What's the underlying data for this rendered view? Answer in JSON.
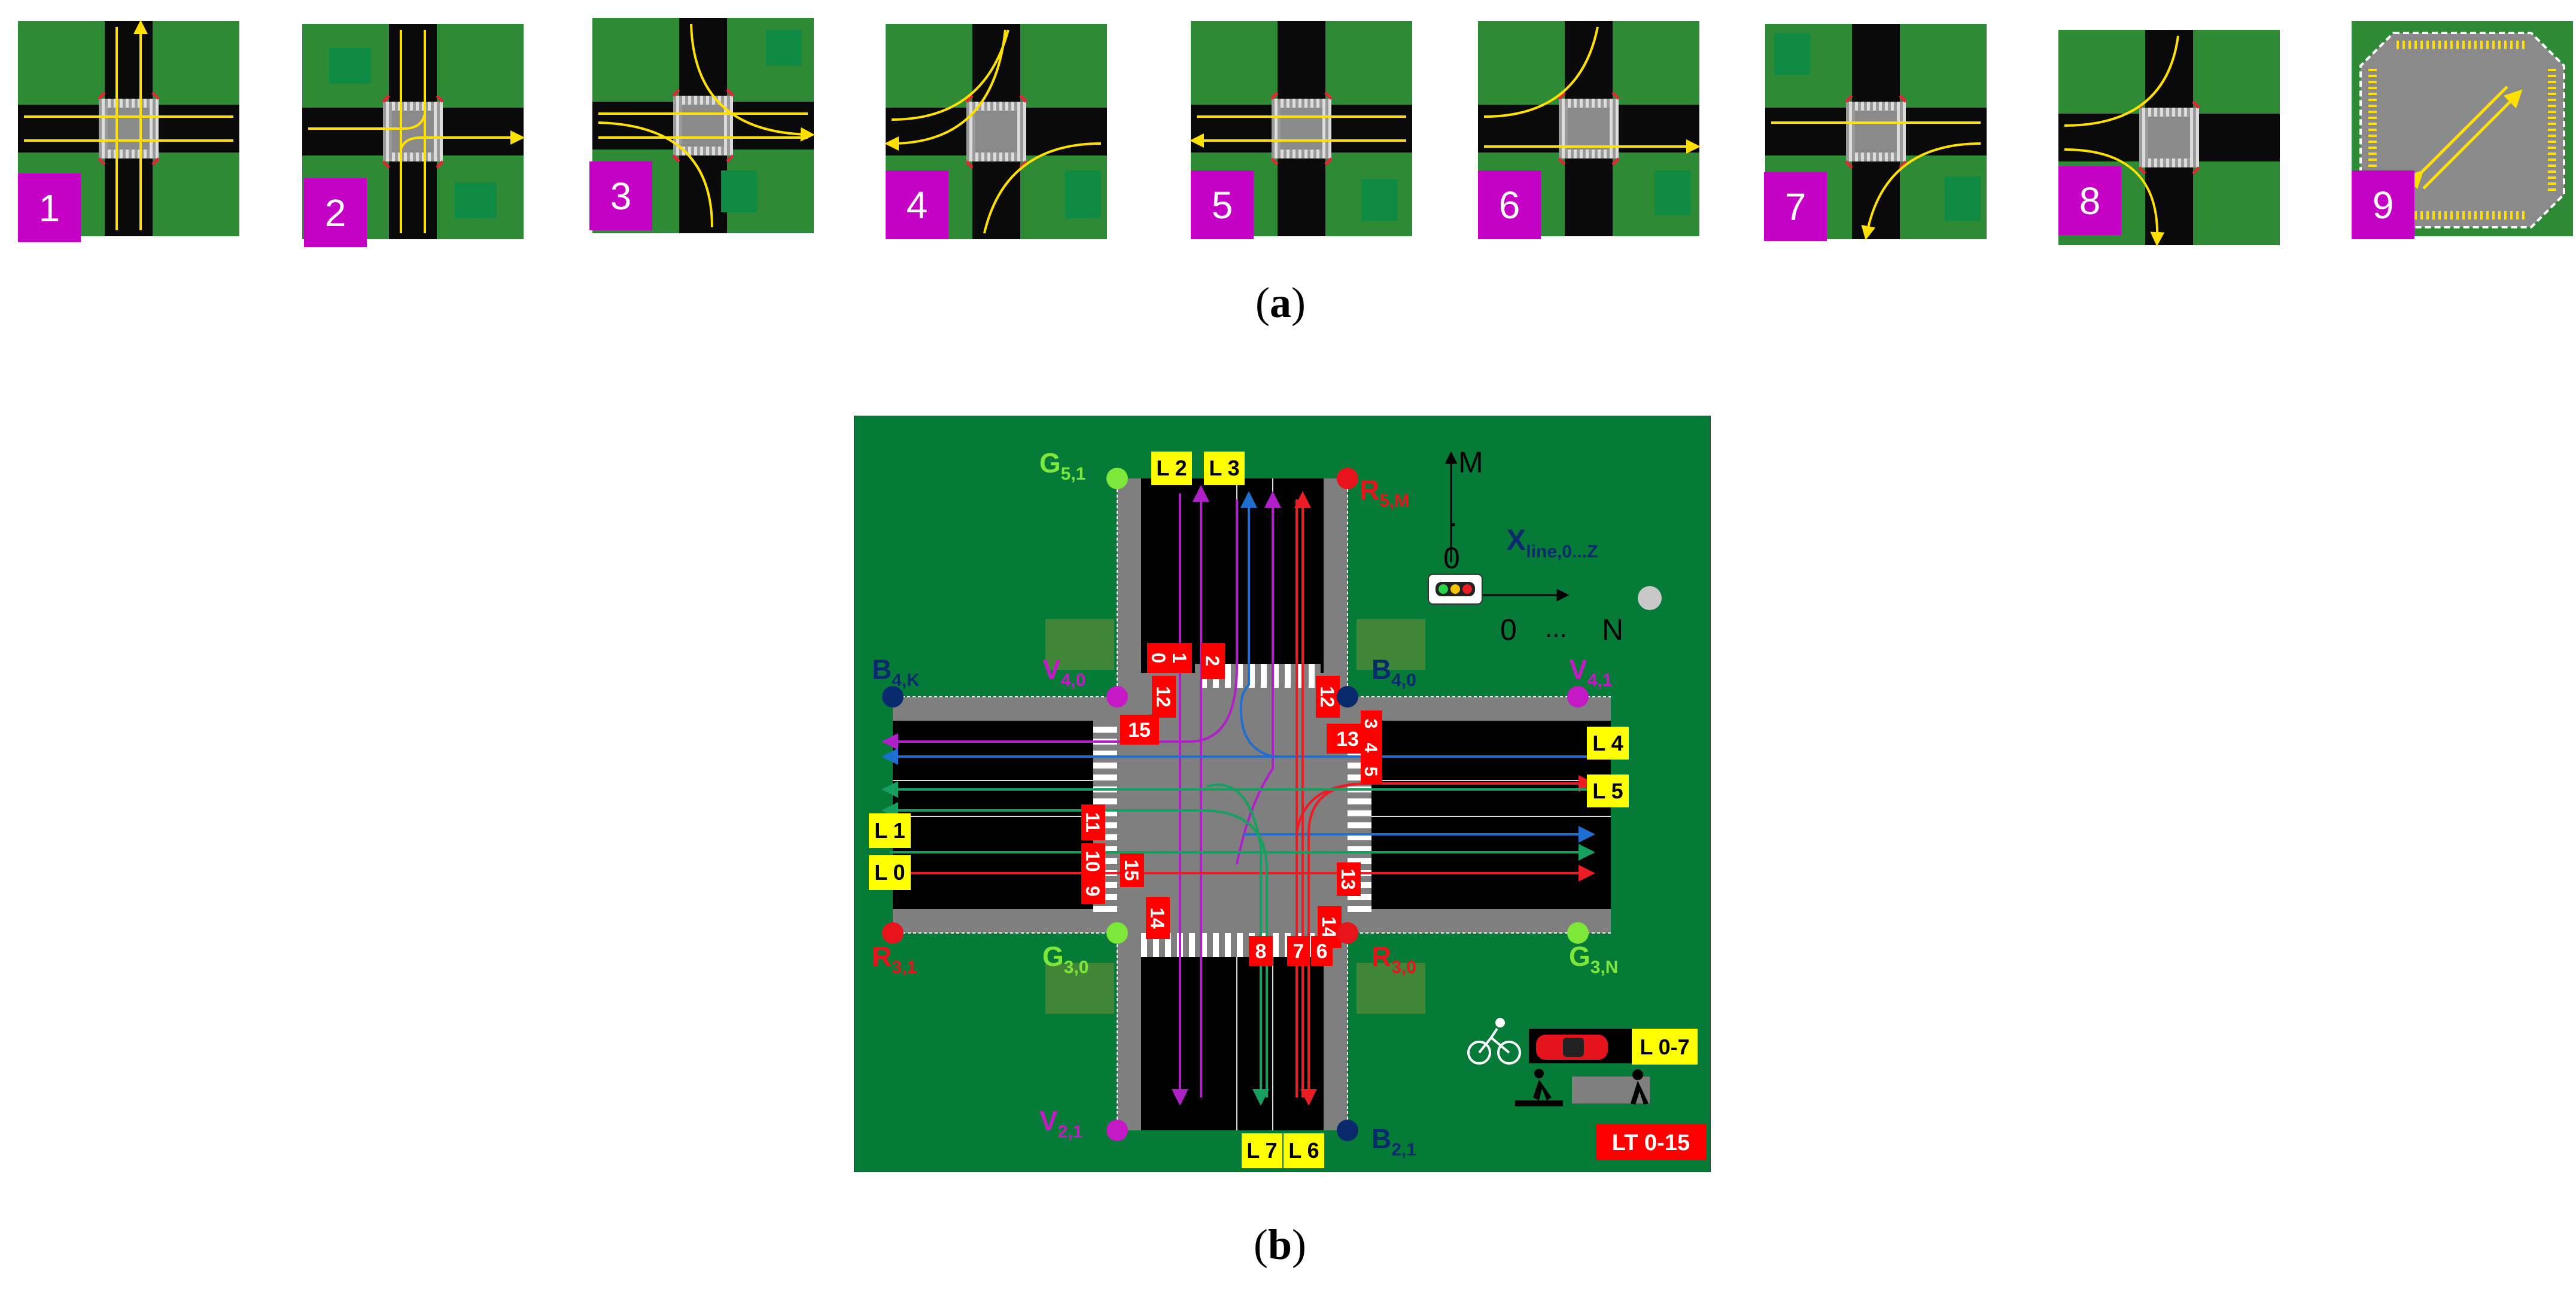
{
  "panel_a": {
    "caption": "(a)",
    "caption_letter": "a",
    "phases": [
      "1",
      "2",
      "3",
      "4",
      "5",
      "6",
      "7",
      "8",
      "9"
    ]
  },
  "panel_b": {
    "caption": "(b)",
    "caption_letter": "b",
    "lane_tags": {
      "L2": "L 2",
      "L3": "L 3",
      "L4": "L 4",
      "L5": "L 5",
      "L1": "L 1",
      "L0": "L 0",
      "L7": "L 7",
      "L6": "L 6"
    },
    "lt_tags": [
      "0",
      "1",
      "2",
      "12",
      "15",
      "12",
      "13",
      "3",
      "4",
      "5",
      "11",
      "10",
      "9",
      "15",
      "13",
      "14",
      "14",
      "8",
      "7",
      "6"
    ],
    "nodes": {
      "G51": "G",
      "G51_sub": "5,1",
      "R5M": "R",
      "R5M_sub": "5,M",
      "B4K": "B",
      "B4K_sub": "4,K",
      "V40": "V",
      "V40_sub": "4,0",
      "B40": "B",
      "B40_sub": "4,0",
      "V41": "V",
      "V41_sub": "4,1",
      "R31": "R",
      "R31_sub": "3,1",
      "G30": "G",
      "G30_sub": "3,0",
      "R30": "R",
      "R30_sub": "3,0",
      "G3N": "G",
      "G3N_sub": "3,N",
      "V21": "V",
      "V21_sub": "2,1",
      "B21": "B",
      "B21_sub": "2,1"
    },
    "axis": {
      "m": "M",
      "dot": ".",
      "zero_v": "0",
      "x": "X",
      "x_sub": "line,0...Z",
      "zero_h": "0",
      "ellipsis": "...",
      "n": "N"
    },
    "legend": {
      "lanes": "L 0-7",
      "lt": "LT  0-15"
    },
    "colors": {
      "grass": "#067b38",
      "road": "#000000",
      "gray": "#7f7f7f",
      "magenta": "#b020c8",
      "blue": "#1f6fd0",
      "red": "#ea1c24",
      "green": "#16a060",
      "lane_tag": "#ffff00",
      "lt_tag": "#ff0000",
      "node_green": "#7ee83a",
      "node_red": "#e8141c",
      "node_navy": "#0a2a6e",
      "node_magenta": "#c31ac6"
    }
  }
}
